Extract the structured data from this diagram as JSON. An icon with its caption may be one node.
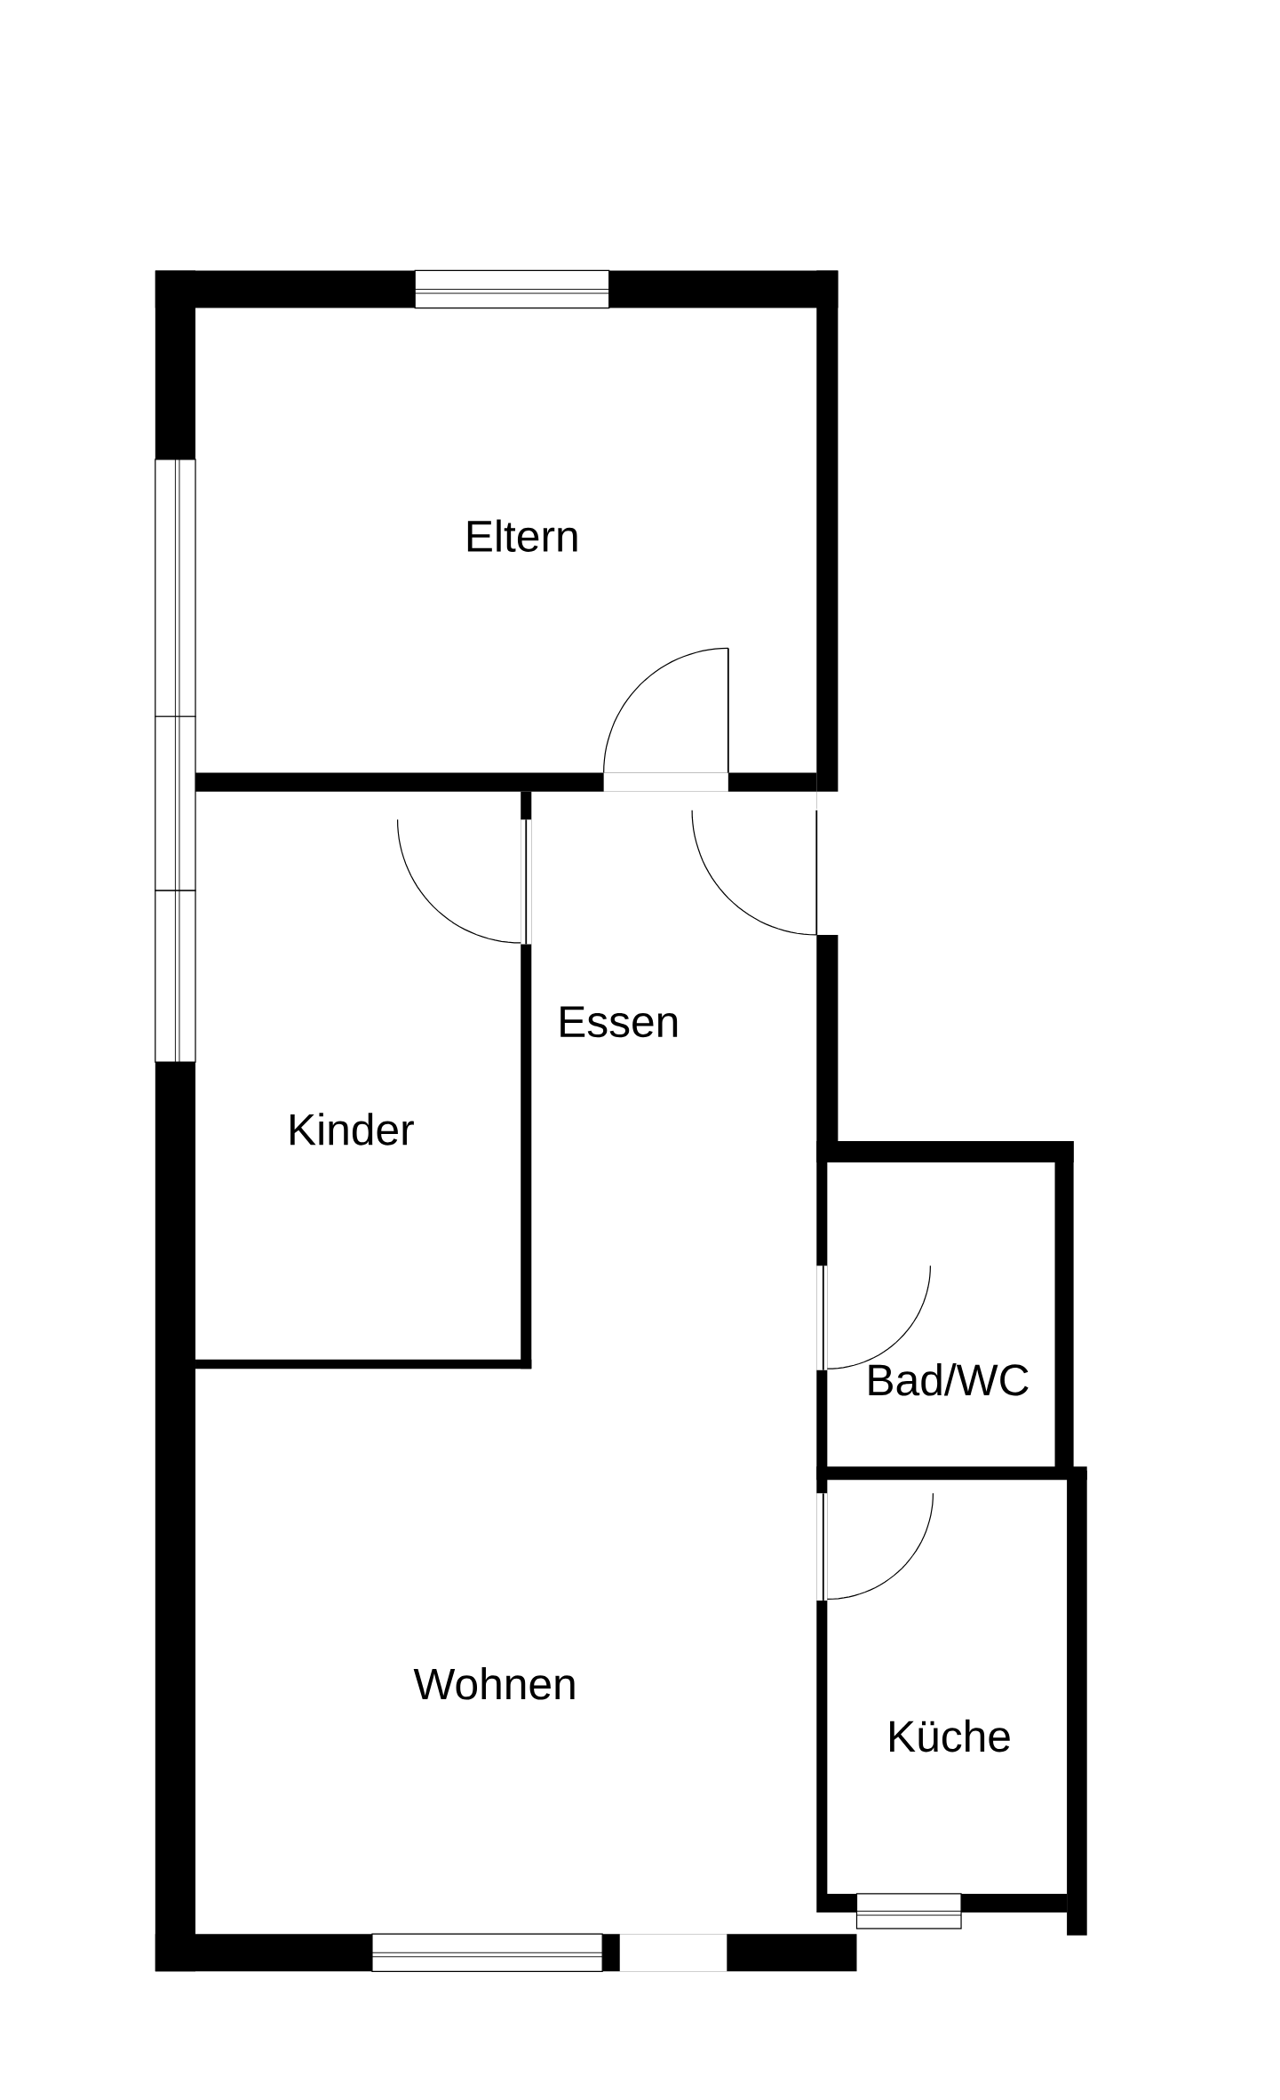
{
  "diagram": {
    "labels": [
      "Eltern",
      "Essen",
      "Kinder",
      "Bad/WC",
      "Wohnen",
      "Küche"
    ]
  }
}
